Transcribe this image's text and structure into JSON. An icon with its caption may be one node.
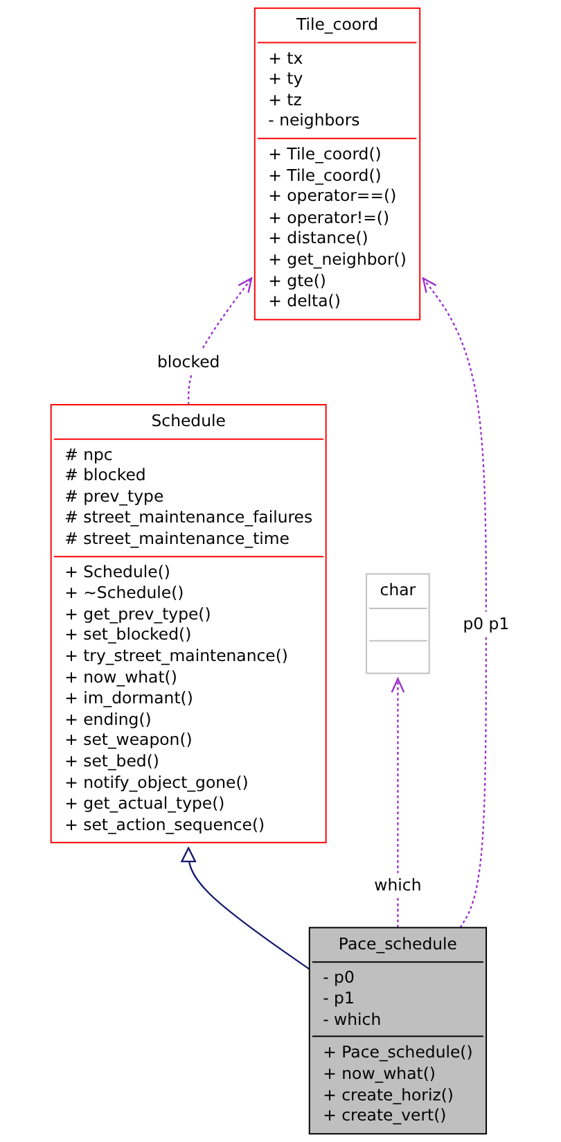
{
  "diagram": {
    "nodes": [
      {
        "text": [
          "Tile_coord",
          "+ tx + ty + tz - neighbors",
          "+ Tile_coord() + Tile_coord() + operator==() + operator!=() + distance() + get_neighbor() + gte() + delta()"
        ]
      },
      {
        "text": [
          "Schedule",
          "# npc # blocked # prev_type # street_maintenance_failures # street_maintenance_time",
          "+ Schedule() + ~Schedule() + get_prev_type() + set_blocked() + try_street_maintenance() + now_what() + im_dormant() + ending() + set_weapon() + set_bed() + notify_object_gone() + get_actual_type() + set_action_sequence()"
        ]
      },
      {
        "text": [
          "char"
        ]
      },
      {
        "text": [
          "Pace_schedule",
          "- p0 - p1 - which",
          "+ Pace_schedule() + now_what() + create_horiz() + create_vert()"
        ]
      }
    ],
    "edges": [
      {
        "from": 1,
        "to": 0,
        "arrow": "to",
        "label": "blocked",
        "style": "dashed"
      },
      {
        "from": 3,
        "to": 0,
        "arrow": "to",
        "label": "p0 p1",
        "style": "dashed"
      },
      {
        "from": 3,
        "to": 1,
        "arrow": "to",
        "color": "#191970"
      },
      {
        "from": 3,
        "to": 2,
        "arrow": "to",
        "label": "which",
        "style": "dashed"
      }
    ]
  }
}
